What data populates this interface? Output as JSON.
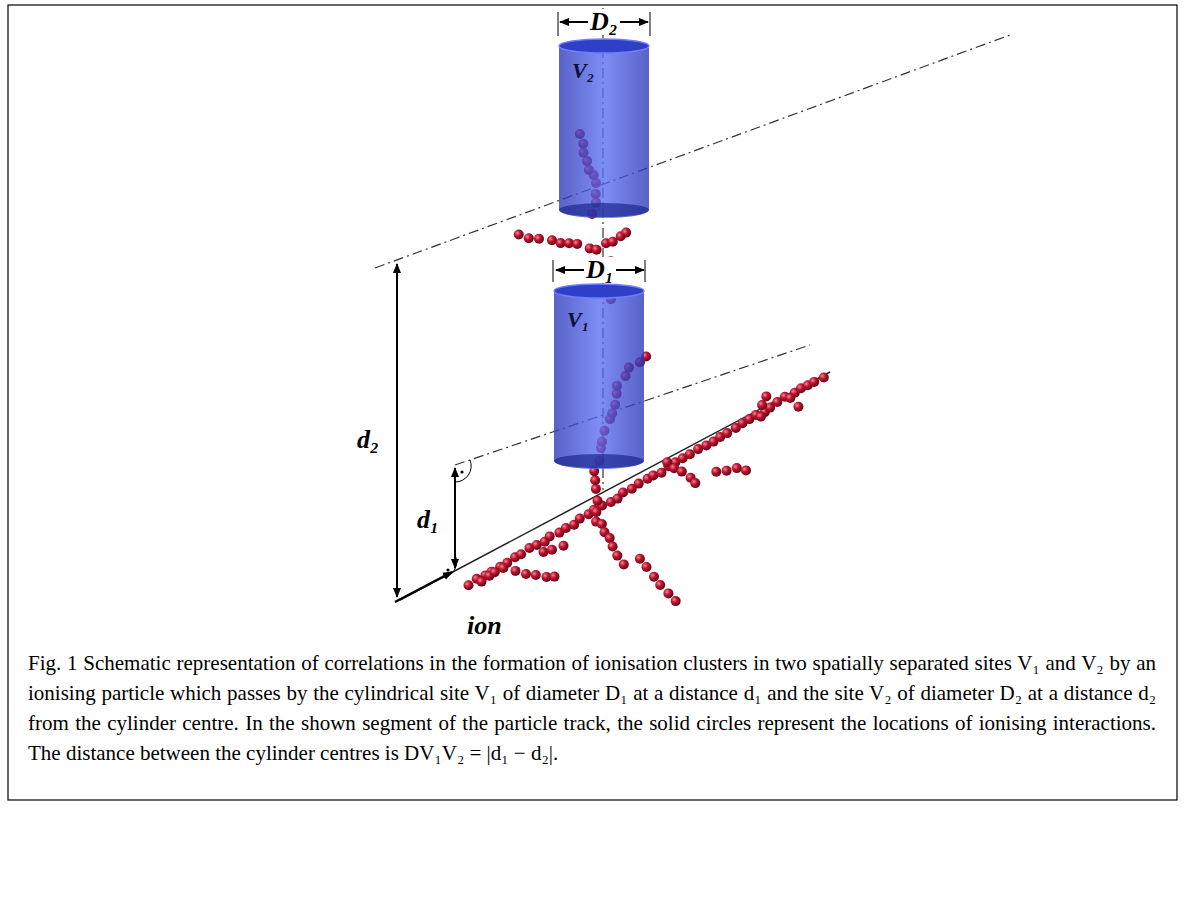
{
  "diagram": {
    "caption": "Fig. 1 Schematic representation of correlations in the formation of ionisation clusters in two spatially separated sites V₁ and V₂ by an ionising particle which passes by the cylindrical site V₁ of diameter D₁ at a distance d₁ and the site V₂ of diameter D₂ at a distance d₂ from the cylinder centre. In the shown segment of the particle track, the solid circles represent the locations of ionising interactions. The distance between the cylinder centres is DV₁V₂ = |d₁ − d₂|.",
    "nodes": [
      {
        "text": [
          "V₂"
        ]
      },
      {
        "text": [
          "V₁"
        ]
      }
    ],
    "labels": [
      "D₂",
      "D₁",
      "d₂",
      "d₁",
      "ion"
    ]
  }
}
